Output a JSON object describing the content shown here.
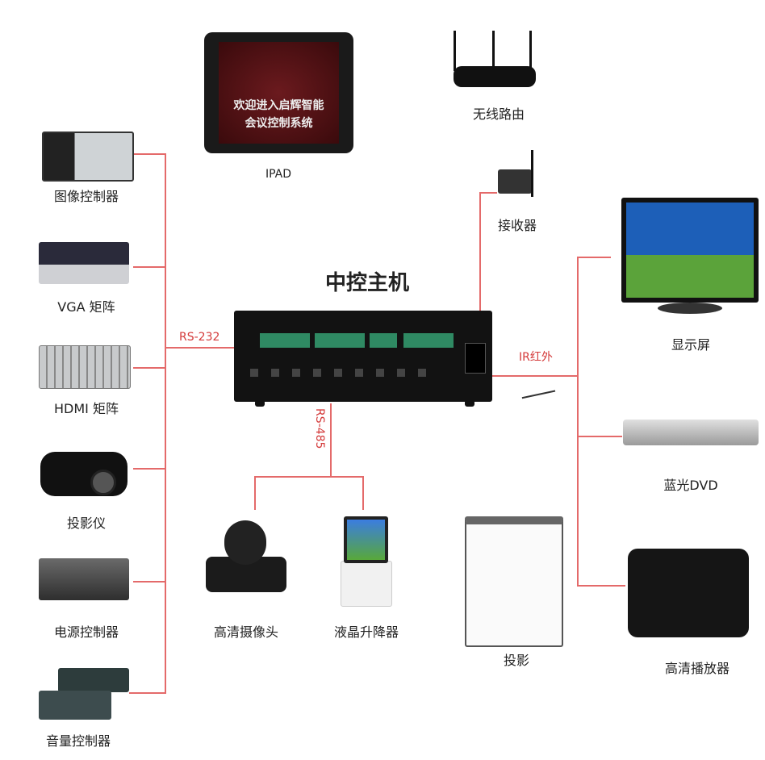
{
  "title": "中控主机",
  "ipad": {
    "label": "IPAD",
    "screen_line1": "欢迎进入启辉智能",
    "screen_line2": "会议控制系统"
  },
  "left_devices": [
    {
      "label": "图像控制器"
    },
    {
      "label": "VGA 矩阵"
    },
    {
      "label": "HDMI 矩阵"
    },
    {
      "label": "投影仪"
    },
    {
      "label": "电源控制器"
    },
    {
      "label": "音量控制器"
    }
  ],
  "top_devices": {
    "router": "无线路由",
    "receiver": "接收器"
  },
  "right_devices": [
    {
      "label": "显示屏"
    },
    {
      "label": "蓝光DVD"
    },
    {
      "label": "高清播放器"
    }
  ],
  "bottom_devices": [
    {
      "label": "高清摄像头"
    },
    {
      "label": "液晶升降器"
    },
    {
      "label": "投影"
    }
  ],
  "connections": {
    "rs232": "RS-232",
    "rs485": "RS-485",
    "ir": "IR红外"
  },
  "colors": {
    "line": "#e46a6a",
    "label": "#d43a3a"
  }
}
